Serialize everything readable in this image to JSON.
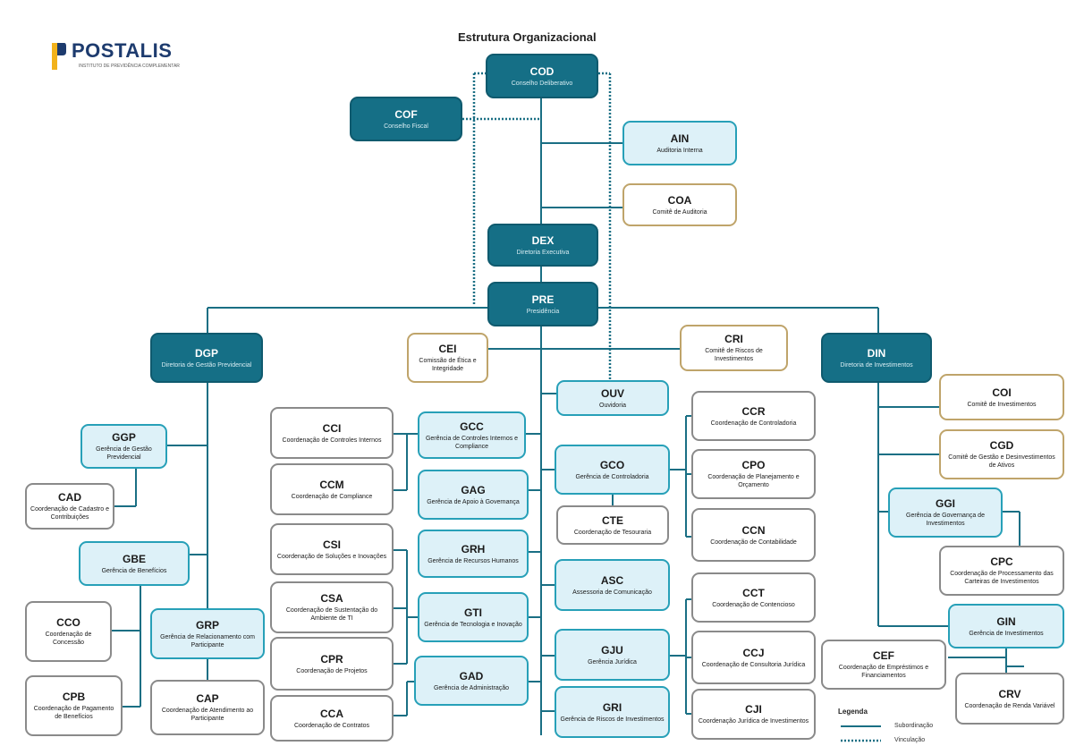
{
  "title": "Estrutura Organizacional",
  "logo": {
    "name": "POSTALIS",
    "tagline": "INSTITUTO DE PREVIDÊNCIA COMPLEMENTAR"
  },
  "legend": {
    "title": "Legenda",
    "subordination": "Subordinação",
    "binding": "Vinculação"
  },
  "colors": {
    "dark": "#156f86",
    "light_fill": "#ddf1f8",
    "light_border": "#27a0b8",
    "gray_border": "#8a8a8a",
    "gold_border": "#bfa46a",
    "line": "#1a6f84"
  },
  "nodes": {
    "cod": {
      "code": "COD",
      "name": "Conselho Deliberativo"
    },
    "cof": {
      "code": "COF",
      "name": "Conselho Fiscal"
    },
    "ain": {
      "code": "AIN",
      "name": "Auditoria Interna"
    },
    "coa": {
      "code": "COA",
      "name": "Comitê de Auditoria"
    },
    "dex": {
      "code": "DEX",
      "name": "Diretoria Executiva"
    },
    "pre": {
      "code": "PRE",
      "name": "Presidência"
    },
    "dgp": {
      "code": "DGP",
      "name": "Diretoria de Gestão Previdencial"
    },
    "cei": {
      "code": "CEI",
      "name": "Comissão de Ética e Integridade"
    },
    "cri": {
      "code": "CRI",
      "name": "Comitê de Riscos de Investimentos"
    },
    "din": {
      "code": "DIN",
      "name": "Diretoria de Investimentos"
    },
    "ouv": {
      "code": "OUV",
      "name": "Ouvidoria"
    },
    "ggp": {
      "code": "GGP",
      "name": "Gerência de Gestão Previdencial"
    },
    "cad": {
      "code": "CAD",
      "name": "Coordenação de Cadastro e Contribuições"
    },
    "gbe": {
      "code": "GBE",
      "name": "Gerência de Benefícios"
    },
    "cco": {
      "code": "CCO",
      "name": "Coordenação de Concessão"
    },
    "cpb": {
      "code": "CPB",
      "name": "Coordenação de Pagamento de Benefícios"
    },
    "grp": {
      "code": "GRP",
      "name": "Gerência de Relacionamento com Participante"
    },
    "cap": {
      "code": "CAP",
      "name": "Coordenação de Atendimento ao Participante"
    },
    "cci": {
      "code": "CCI",
      "name": "Coordenação de Controles Internos"
    },
    "ccm": {
      "code": "CCM",
      "name": "Coordenação de Compliance"
    },
    "csi": {
      "code": "CSI",
      "name": "Coordenação de Soluções e Inovações"
    },
    "csa": {
      "code": "CSA",
      "name": "Coordenação de Sustentação do Ambiente de TI"
    },
    "cpr": {
      "code": "CPR",
      "name": "Coordenação de Projetos"
    },
    "cca": {
      "code": "CCA",
      "name": "Coordenação de Contratos"
    },
    "gcc": {
      "code": "GCC",
      "name": "Gerência de Controles Internos e Compliance"
    },
    "gag": {
      "code": "GAG",
      "name": "Gerência de Apoio à Governança"
    },
    "grh": {
      "code": "GRH",
      "name": "Gerência de Recursos Humanos"
    },
    "gti": {
      "code": "GTI",
      "name": "Gerência de Tecnologia e Inovação"
    },
    "gad": {
      "code": "GAD",
      "name": "Gerência de Administração"
    },
    "gco": {
      "code": "GCO",
      "name": "Gerência de Controladoria"
    },
    "cte": {
      "code": "CTE",
      "name": "Coordenação de Tesouraria"
    },
    "asc": {
      "code": "ASC",
      "name": "Assessoria de Comunicação"
    },
    "gju": {
      "code": "GJU",
      "name": "Gerência Jurídica"
    },
    "gri": {
      "code": "GRI",
      "name": "Gerência de Riscos de Investimentos"
    },
    "ccr": {
      "code": "CCR",
      "name": "Coordenação de Controladoria"
    },
    "cpo": {
      "code": "CPO",
      "name": "Coordenação de Planejamento e Orçamento"
    },
    "ccn": {
      "code": "CCN",
      "name": "Coordenação de Contabilidade"
    },
    "cct": {
      "code": "CCT",
      "name": "Coordenação de Contencioso"
    },
    "ccj": {
      "code": "CCJ",
      "name": "Coordenação de Consultoria Jurídica"
    },
    "cji": {
      "code": "CJI",
      "name": "Coordenação Jurídica de Investimentos"
    },
    "coi": {
      "code": "COI",
      "name": "Comitê de Investimentos"
    },
    "cgd": {
      "code": "CGD",
      "name": "Comitê de Gestão e Desinvestimentos de Ativos"
    },
    "ggi": {
      "code": "GGI",
      "name": "Gerência de Governança de Investimentos"
    },
    "cpc": {
      "code": "CPC",
      "name": "Coordenação de Processamento das Carteiras de Investimentos"
    },
    "gin": {
      "code": "GIN",
      "name": "Gerência de Investimentos"
    },
    "cef": {
      "code": "CEF",
      "name": "Coordenação de Empréstimos e Financiamentos"
    },
    "crv": {
      "code": "CRV",
      "name": "Coordenação de Renda Variável"
    }
  }
}
